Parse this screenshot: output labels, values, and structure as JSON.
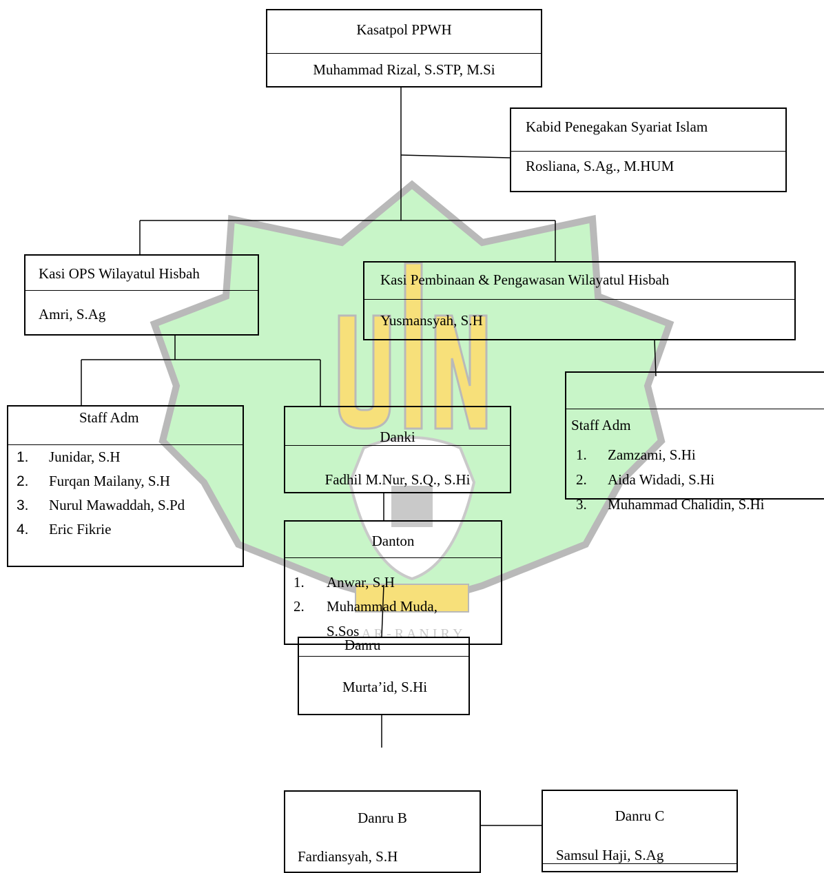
{
  "watermark": {
    "text": "A R - R A N I R Y",
    "colors": {
      "leaf": "#c8f5c8",
      "gold": "#f7e07a",
      "gray": "#c9c9c9"
    }
  },
  "org": {
    "kasatpol": {
      "title": "Kasatpol PPWH",
      "name": "Muhammad Rizal, S.STP, M.Si"
    },
    "kabid": {
      "title": "Kabid Penegakan Syariat Islam",
      "name": "Rosliana, S.Ag., M.HUM"
    },
    "kasi_ops": {
      "title": "Kasi OPS Wilayatul Hisbah",
      "name": "Amri, S.Ag"
    },
    "kasi_pembinaan": {
      "title": "Kasi Pembinaan & Pengawasan Wilayatul Hisbah",
      "name": "Yusmansyah, S.H"
    },
    "staff_adm_left": {
      "title": "Staff Adm",
      "members": [
        {
          "num": "1.",
          "name": "Junidar, S.H"
        },
        {
          "num": "2.",
          "name": "Furqan Mailany, S.H"
        },
        {
          "num": "3.",
          "name": "Nurul Mawaddah, S.Pd"
        },
        {
          "num": "4.",
          "name": "Eric Fikrie"
        }
      ]
    },
    "danki": {
      "title": "Danki",
      "name": "Fadhil M.Nur, S.Q., S.Hi"
    },
    "staff_adm_right": {
      "title": "Staff Adm",
      "members": [
        {
          "num": "1.",
          "name": "Zamzami, S.Hi"
        },
        {
          "num": "2.",
          "name": "Aida Widadi, S.Hi"
        },
        {
          "num": "3.",
          "name": "Muhammad Chalidin, S.Hi"
        }
      ]
    },
    "danton": {
      "title": "Danton",
      "members": [
        {
          "num": "1.",
          "name": "Anwar, S.H"
        },
        {
          "num": "2.",
          "name": "Muhammad Muda,"
        }
      ],
      "continuation": "S.Sos"
    },
    "danru": {
      "title": "Danru",
      "name": "Murta’id, S.Hi"
    },
    "danru_b": {
      "title": "Danru B",
      "name": "Fardiansyah, S.H"
    },
    "danru_c": {
      "title": "Danru C",
      "name": "Samsul Haji, S.Ag"
    }
  }
}
